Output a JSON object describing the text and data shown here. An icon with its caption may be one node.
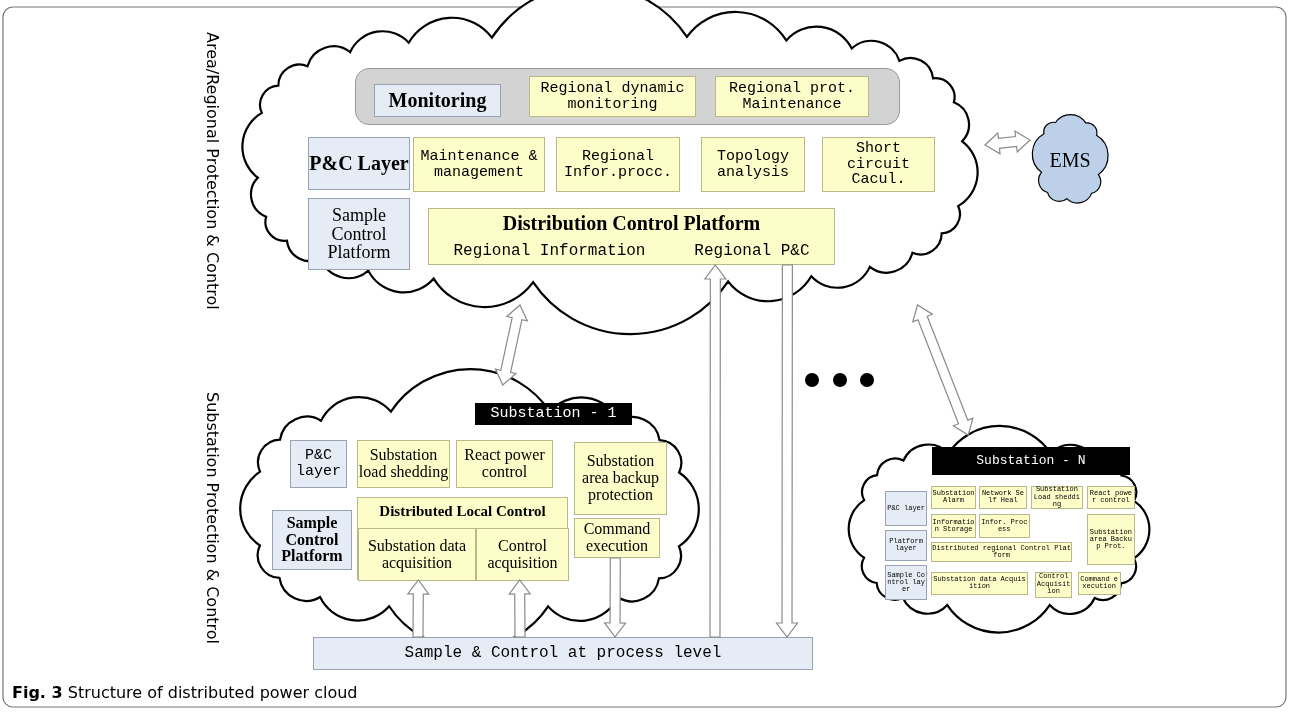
{
  "diagram": {
    "caption": "**Fig. 3** Structure of distributed power cloud",
    "nodes": [
      {
        "text": [],
        "shape": "cloud"
      },
      {
        "text": [],
        "shape": "box",
        "in": 0
      },
      {
        "text": [
          "Monitoring"
        ],
        "in": 1
      },
      {
        "text": [
          "Regional dynamic monitoring"
        ],
        "in": 1
      },
      {
        "text": [
          "Regional prot. Maintenance"
        ],
        "in": 1
      },
      {
        "text": [
          "P&C Layer"
        ],
        "in": 0
      },
      {
        "text": [
          "Maintenance & management"
        ],
        "in": 0
      },
      {
        "text": [
          "Regional Infor.procc."
        ],
        "in": 0
      },
      {
        "text": [
          "Topology analysis"
        ],
        "in": 0
      },
      {
        "text": [
          "Short circuit Cacul."
        ],
        "in": 0
      },
      {
        "text": [
          "Sample Control Platform"
        ],
        "in": 0
      },
      {
        "text": [
          "Distribution Control Platform",
          "Regional Information",
          "Regional P&C"
        ],
        "in": 0
      },
      {
        "text": [
          "EMS"
        ]
      },
      {
        "text": [],
        "shape": "cloud"
      },
      {
        "text": [
          "Substation - 1"
        ],
        "in": 13
      },
      {
        "text": [
          "P&C layer"
        ],
        "in": 13
      },
      {
        "text": [
          "Substation load shedding"
        ],
        "in": 13
      },
      {
        "text": [
          "React power control"
        ],
        "in": 13
      },
      {
        "text": [
          "Substation area backup protection"
        ],
        "in": 13
      },
      {
        "text": [
          "Sample Control Platform"
        ],
        "in": 13
      },
      {
        "text": [
          "Distributed Local Control"
        ],
        "in": 13
      },
      {
        "text": [
          "Substation data acquisition"
        ],
        "in": 20
      },
      {
        "text": [
          "Control acquisition"
        ],
        "in": 20
      },
      {
        "text": [
          "Command execution"
        ],
        "in": 13
      },
      {
        "text": [],
        "shape": "cloud"
      },
      {
        "text": [
          "Substation - N"
        ],
        "in": 24
      },
      {
        "text": [
          "P&C layer"
        ],
        "in": 24
      },
      {
        "text": [
          "Substation Alarm"
        ],
        "in": 24
      },
      {
        "text": [
          "Network Self Heal"
        ],
        "in": 24
      },
      {
        "text": [
          "Substation Load shedding"
        ],
        "in": 24
      },
      {
        "text": [
          "React power control"
        ],
        "in": 24
      },
      {
        "text": [
          "Information Storage"
        ],
        "in": 24
      },
      {
        "text": [
          "Infor. Process"
        ],
        "in": 24
      },
      {
        "text": [
          "Substation area Backup Prot."
        ],
        "in": 24
      },
      {
        "text": [
          "Platform layer"
        ],
        "in": 24
      },
      {
        "text": [
          "Distributed regional Control Platform"
        ],
        "in": 24
      },
      {
        "text": [
          "Sample Control layer"
        ],
        "in": 24
      },
      {
        "text": [
          "Substation data Acquisition"
        ],
        "in": 24
      },
      {
        "text": [
          "Control Acquisition"
        ],
        "in": 24
      },
      {
        "text": [
          "Command execution"
        ],
        "in": 24
      },
      {
        "text": [
          "Sample & Control at process level"
        ]
      }
    ],
    "edges": [
      {
        "from": 0,
        "to": 12,
        "arrow": "both"
      },
      {
        "from": 0,
        "to": 13,
        "arrow": "both"
      },
      {
        "from": 40,
        "to": 11,
        "arrow": "to"
      },
      {
        "from": 11,
        "to": 40,
        "arrow": "to"
      },
      {
        "from": 0,
        "to": 24,
        "arrow": "both"
      },
      {
        "from": 40,
        "to": 21,
        "arrow": "to"
      },
      {
        "from": 40,
        "to": 22,
        "arrow": "to"
      },
      {
        "from": 23,
        "to": 40,
        "arrow": "to"
      }
    ],
    "labels": [
      "Area/Regional Protection & Control",
      "Substation Protection & Control"
    ]
  }
}
